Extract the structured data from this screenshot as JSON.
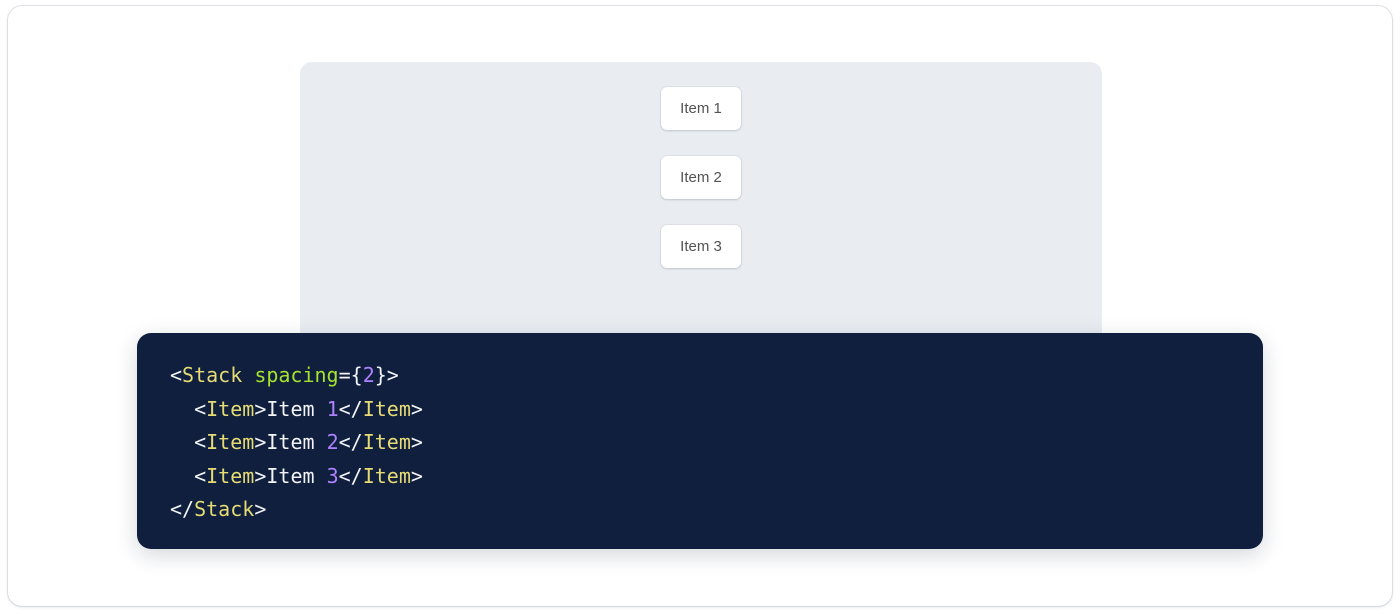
{
  "theme": {
    "page_background": "#ffffff",
    "card_background": "#ffffff",
    "preview_background": "#e9ecf1",
    "code_background": "#0f1f3d",
    "item_background": "#ffffff",
    "item_text_color": "#535353",
    "syntax_tag_color": "#e6db74",
    "syntax_attr_color": "#a6e22e",
    "syntax_number_color": "#ae81ff",
    "syntax_punct_color": "#f2f4f8"
  },
  "preview": {
    "component_name": "Stack",
    "items": [
      {
        "label": "Item 1"
      },
      {
        "label": "Item 2"
      },
      {
        "label": "Item 3"
      }
    ]
  },
  "code": {
    "language": "jsx",
    "lines": [
      {
        "indent": "",
        "tokens": [
          {
            "text": "<",
            "type": "punc"
          },
          {
            "text": "Stack",
            "type": "tag"
          },
          {
            "text": " ",
            "type": "punc"
          },
          {
            "text": "spacing",
            "type": "attr"
          },
          {
            "text": "=",
            "type": "punc"
          },
          {
            "text": "{",
            "type": "punc"
          },
          {
            "text": "2",
            "type": "num"
          },
          {
            "text": "}",
            "type": "punc"
          },
          {
            "text": ">",
            "type": "punc"
          }
        ]
      },
      {
        "indent": "  ",
        "tokens": [
          {
            "text": "<",
            "type": "punc"
          },
          {
            "text": "Item",
            "type": "tag"
          },
          {
            "text": ">",
            "type": "punc"
          },
          {
            "text": "Item ",
            "type": "text"
          },
          {
            "text": "1",
            "type": "num"
          },
          {
            "text": "</",
            "type": "punc"
          },
          {
            "text": "Item",
            "type": "tag"
          },
          {
            "text": ">",
            "type": "punc"
          }
        ]
      },
      {
        "indent": "  ",
        "tokens": [
          {
            "text": "<",
            "type": "punc"
          },
          {
            "text": "Item",
            "type": "tag"
          },
          {
            "text": ">",
            "type": "punc"
          },
          {
            "text": "Item ",
            "type": "text"
          },
          {
            "text": "2",
            "type": "num"
          },
          {
            "text": "</",
            "type": "punc"
          },
          {
            "text": "Item",
            "type": "tag"
          },
          {
            "text": ">",
            "type": "punc"
          }
        ]
      },
      {
        "indent": "  ",
        "tokens": [
          {
            "text": "<",
            "type": "punc"
          },
          {
            "text": "Item",
            "type": "tag"
          },
          {
            "text": ">",
            "type": "punc"
          },
          {
            "text": "Item ",
            "type": "text"
          },
          {
            "text": "3",
            "type": "num"
          },
          {
            "text": "</",
            "type": "punc"
          },
          {
            "text": "Item",
            "type": "tag"
          },
          {
            "text": ">",
            "type": "punc"
          }
        ]
      },
      {
        "indent": "",
        "tokens": [
          {
            "text": "</",
            "type": "punc"
          },
          {
            "text": "Stack",
            "type": "tag"
          },
          {
            "text": ">",
            "type": "punc"
          }
        ]
      }
    ]
  }
}
